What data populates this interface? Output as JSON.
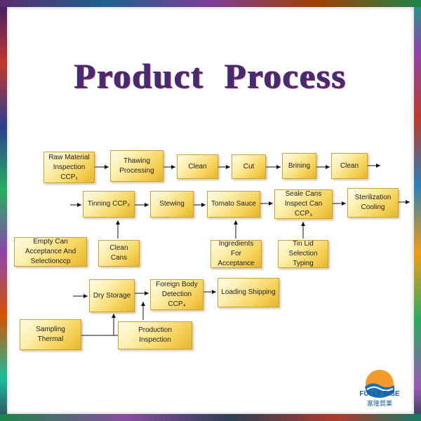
{
  "title": "Product  Process",
  "steps": {
    "raw_material": "Raw Material Inspection CCP₁",
    "thawing": "Thawing Processing",
    "clean1": "Clean",
    "cut": "Cut",
    "brining": "Brining",
    "clean2": "Clean",
    "tinning": "Tinning CCP₂",
    "stewing": "Stewing",
    "tomato_sauce": "Tomato Sauce",
    "seale_cans": "Seale Cans Inspect Can CCP₃",
    "sterilization": "Sterilization Cooling",
    "empty_can": "Empty Can Acceptance And Selectionccp",
    "clean_cans": "Clean Cans",
    "ingredients": "Ingredients For Acceptance",
    "tin_lid": "Tin Lid Selection Typing",
    "dry_storage": "Dry Storage",
    "foreign_body": "Foreign Body Detection CCP₄",
    "loading_shipping": "Loading Shipping",
    "sampling_thermal": "Sampling Thermal",
    "production_inspection": "Production Inspection"
  },
  "logo": {
    "name": "FULLY RISE",
    "subtitle": "富隆貿業",
    "icon": "sun-wave-logo-icon",
    "colors": {
      "sun": "#f39a2b",
      "wave": "#1a6fb5"
    }
  },
  "colors": {
    "box_light": "#fdf0b0",
    "box_dark": "#e6b52c",
    "title": "#4a2a6e",
    "arrow": "#111111"
  }
}
